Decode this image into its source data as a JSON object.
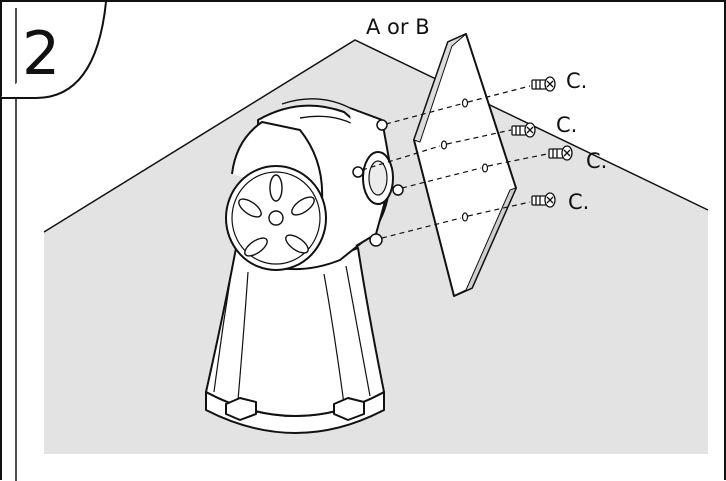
{
  "step": {
    "number": "2"
  },
  "labels": {
    "plate": "A or B",
    "screw_1": "C.",
    "screw_2": "C.",
    "screw_3": "C.",
    "screw_4": "C."
  },
  "colors": {
    "ink": "#111111",
    "wall": "#e3e3e3",
    "metal": "#ffffff"
  }
}
